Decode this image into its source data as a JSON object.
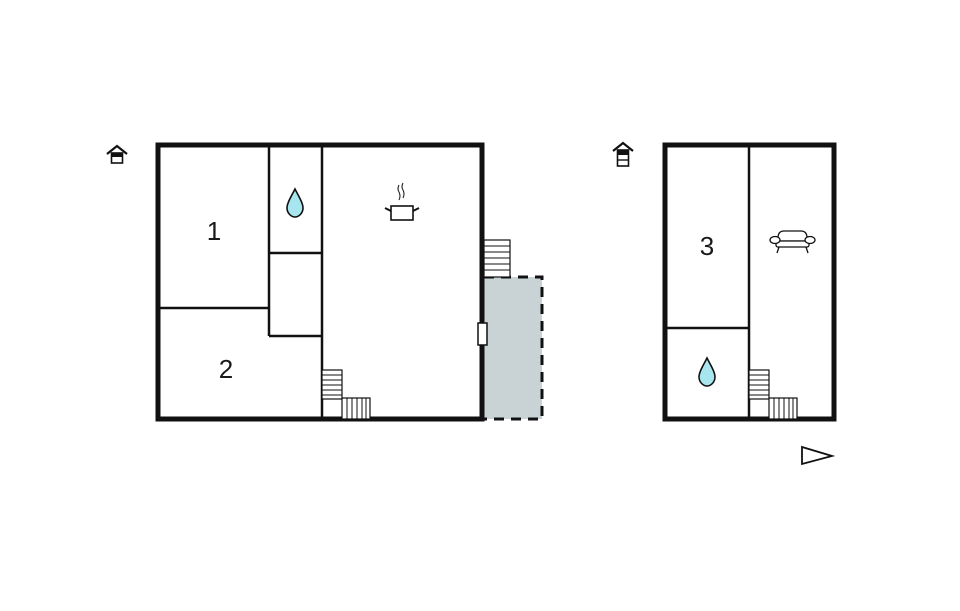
{
  "colors": {
    "wall": "#111111",
    "background": "#ffffff",
    "terrace_fill": "#c9d3d5",
    "water_fill": "#a8e6ef"
  },
  "floors": [
    {
      "name": "ground-floor",
      "level_icon": "floor-level-ground-icon",
      "rooms": [
        {
          "id": "bedroom-1",
          "label": "1"
        },
        {
          "id": "bedroom-2",
          "label": "2"
        },
        {
          "id": "bathroom",
          "label": "",
          "icon": "water-drop-icon"
        },
        {
          "id": "storage",
          "label": ""
        },
        {
          "id": "kitchen-living",
          "label": "",
          "icon": "cooking-pot-icon"
        }
      ],
      "features": [
        "stairs-icon",
        "exterior-steps-icon",
        "door-icon",
        "terrace"
      ]
    },
    {
      "name": "upper-floor",
      "level_icon": "floor-level-upper-icon",
      "rooms": [
        {
          "id": "bedroom-3",
          "label": "3"
        },
        {
          "id": "bathroom-upper",
          "label": "",
          "icon": "water-drop-icon"
        },
        {
          "id": "living-room",
          "label": "",
          "icon": "sofa-icon"
        }
      ],
      "features": [
        "stairs-icon"
      ]
    }
  ],
  "compass": {
    "icon": "north-arrow-icon",
    "direction": "right"
  }
}
